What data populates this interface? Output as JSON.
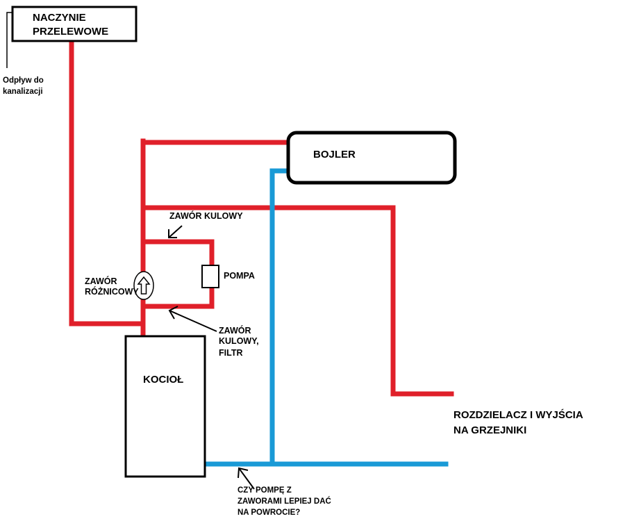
{
  "colors": {
    "supply": "#e0202a",
    "return": "#1a9ad6",
    "outline": "#000000",
    "background": "#ffffff"
  },
  "labels": {
    "expansion_tank": [
      "NACZYNIE",
      "PRZELEWOWE"
    ],
    "drain": [
      "Odpływ do",
      "kanalizacji"
    ],
    "boiler_tank": "BOJLER",
    "ball_valve_top": "ZAWÓR KULOWY",
    "pump": "POMPA",
    "differential_valve": [
      "ZAWÓR",
      "RÓŻNICOWY"
    ],
    "ball_valve_filter": [
      "ZAWÓR",
      "KULOWY,",
      "FILTR"
    ],
    "furnace": "KOCIOŁ",
    "manifold": [
      "ROZDZIELACZ I WYJŚCIA",
      "NA GRZEJNIKI"
    ],
    "question": [
      "CZY POMPĘ Z",
      "ZAWORAMI LEPIEJ DAĆ",
      "NA POWROCIE?"
    ]
  },
  "icons": {
    "valve_symbol": "up-arrow-in-ellipse-icon",
    "pointer": "arrow-pointer-icon"
  }
}
